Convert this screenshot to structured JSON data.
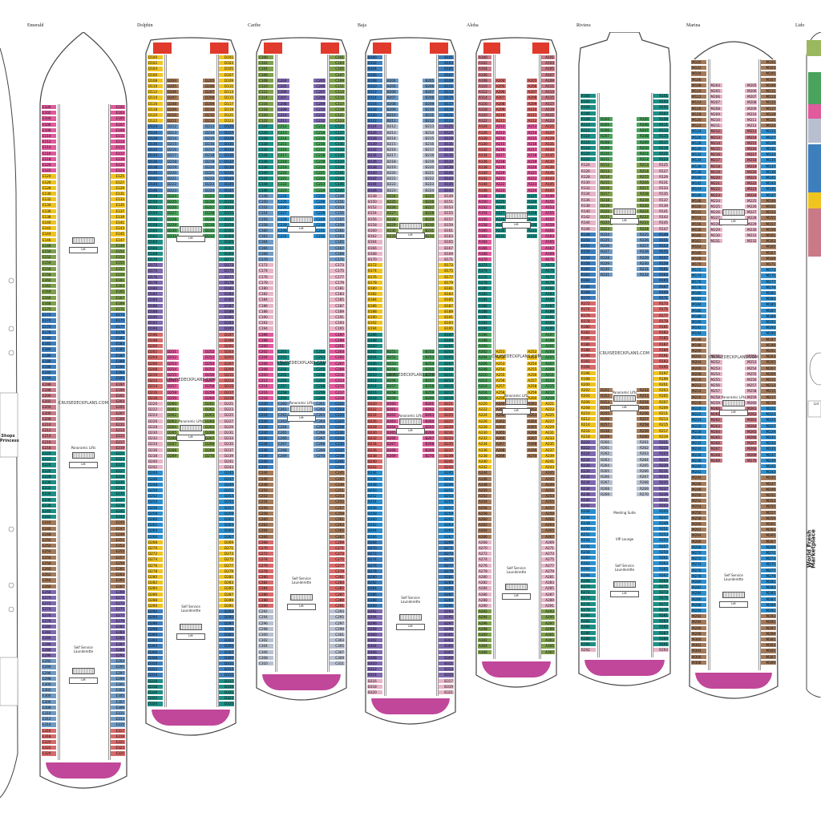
{
  "decks": [
    {
      "name": "Emerald",
      "prefix": "E"
    },
    {
      "name": "Dolphin",
      "prefix": "D"
    },
    {
      "name": "Caribe",
      "prefix": "C"
    },
    {
      "name": "Baja",
      "prefix": "B"
    },
    {
      "name": "Aloha",
      "prefix": "A"
    },
    {
      "name": "Riviera",
      "prefix": "R"
    },
    {
      "name": "Marina",
      "prefix": "M"
    },
    {
      "name": "Lido",
      "prefix": ""
    }
  ],
  "labels": {
    "lifts": "Lift",
    "panoramic": "Panoramic Lifts",
    "laundry": "Self Service Launderette",
    "watermark": "CRUISEDECKPLANS.COM",
    "meeting": "Meeting Suite",
    "vip": "VIP Lounge",
    "shops": "Shops",
    "princess": "Princess",
    "marketplace": "World Fresh Marketplace",
    "lido_side": "Lid"
  },
  "cabin_colors": [
    "#2b8fd0",
    "#e05a9c",
    "#f0c420",
    "#7ea04c",
    "#3d7fbd",
    "#c97a86",
    "#1d8f86",
    "#a47a5a",
    "#7f69b0",
    "#6e9ac4",
    "#d76a6a",
    "#4aa35c",
    "#e8b4c8",
    "#b8c0d0"
  ]
}
